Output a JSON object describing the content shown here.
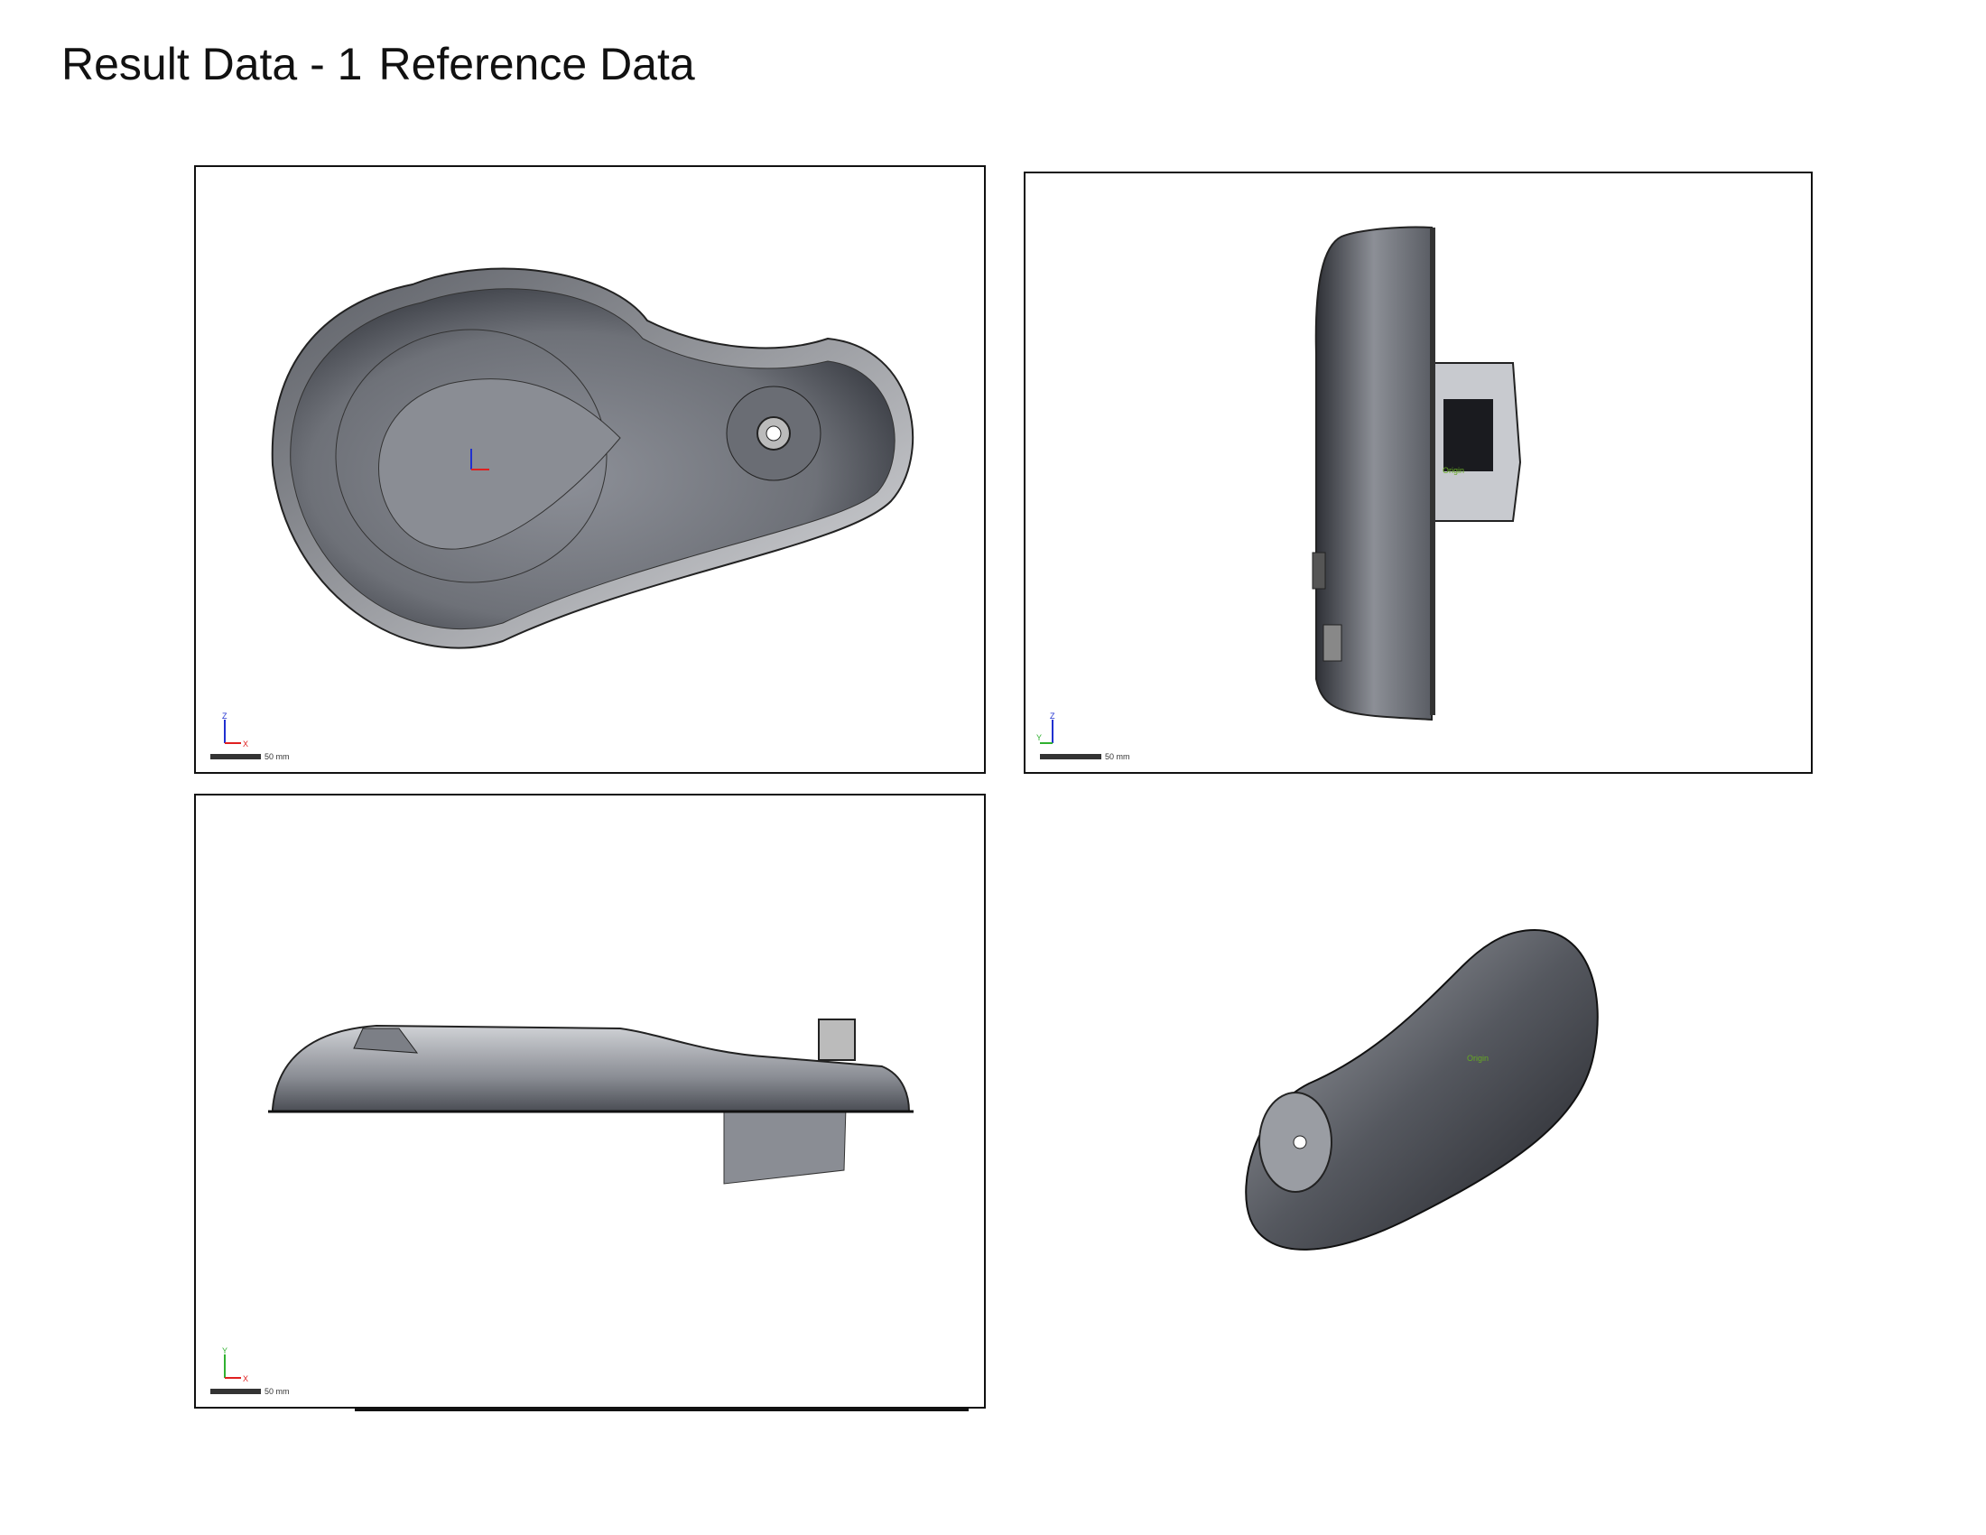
{
  "header": {
    "title_left": "Result Data - 1",
    "title_right": "Reference Data"
  },
  "views": [
    {
      "name": "top",
      "axis_v": "Z",
      "axis_h": "X",
      "scale": "50 mm"
    },
    {
      "name": "side",
      "axis_v": "Z",
      "axis_h": "Y",
      "scale": "50 mm",
      "origin_label": "Origin"
    },
    {
      "name": "front",
      "axis_v": "Y",
      "axis_h": "X",
      "scale": "50 mm"
    },
    {
      "name": "isometric",
      "origin_label": "Origin"
    }
  ],
  "colors": {
    "x_axis": "#e02020",
    "y_axis": "#30b030",
    "z_axis": "#2030d0",
    "part_dark": "#3a3d44",
    "part_light": "#c9cbd0"
  }
}
